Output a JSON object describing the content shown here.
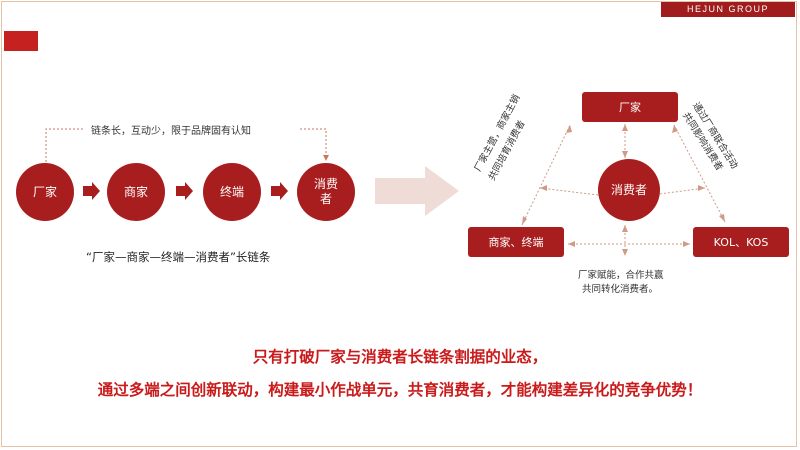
{
  "brand": "HEJUN GROUP",
  "left_chain": {
    "nodes": [
      "厂家",
      "商家",
      "终端"
    ],
    "consumer_line1": "消费",
    "consumer_line2": "者",
    "top_note": "链条长，互动少，限于品牌固有认知",
    "caption": "“厂家—商家—终端—消费者”长链条"
  },
  "right_network": {
    "top": "厂家",
    "left": "商家、终端",
    "right": "KOL、KOS",
    "center": "消费者",
    "left_label_1": "厂家主营，商家主销",
    "left_label_2": "共同培育消费者",
    "right_label_1": "通过厂商联合活动",
    "right_label_2": "共同影响消费者",
    "bottom_label_1": "厂家赋能，合作共赢",
    "bottom_label_2": "共同转化消费者。"
  },
  "headline1": "只有打破厂家与消费者长链条割据的业态，",
  "headline2": "通过多端之间创新联动，构建最小作战单元，共育消费者，才能构建差异化的竞争优势！",
  "colors": {
    "primary": "#a81d1d",
    "accent": "#c62121",
    "headline": "#c91b1b"
  }
}
